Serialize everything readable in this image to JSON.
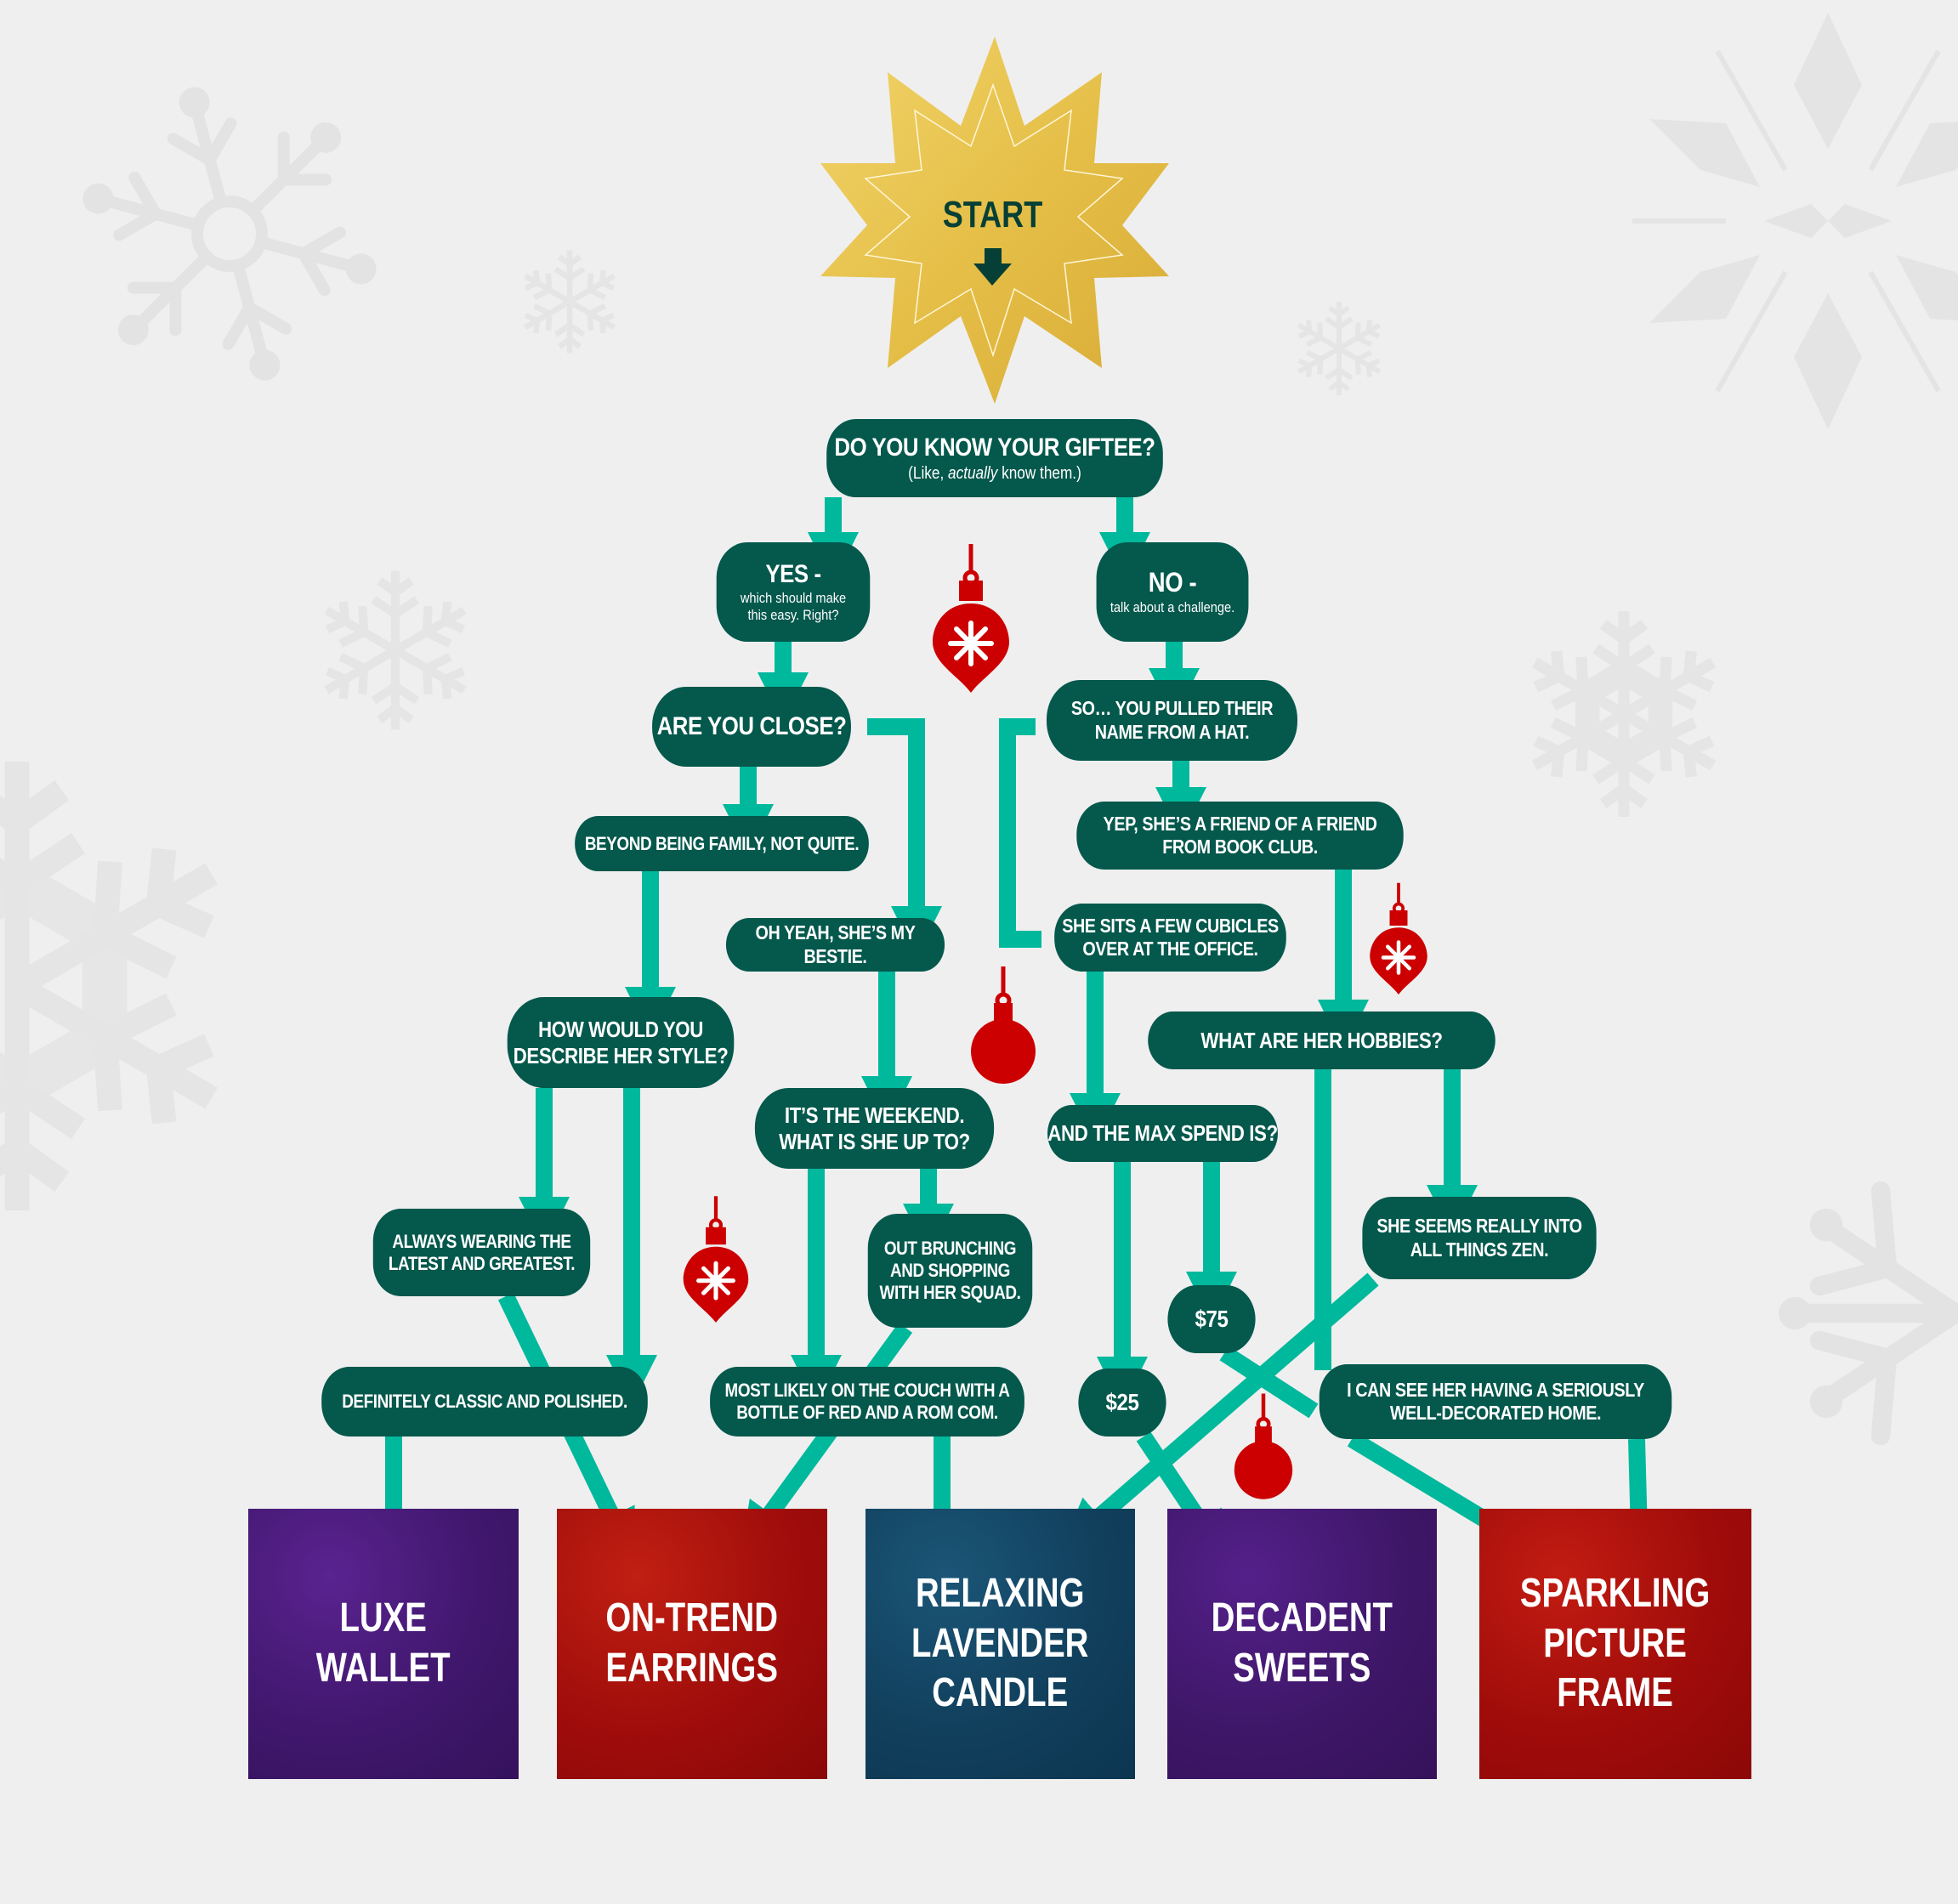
{
  "start": {
    "label": "START",
    "icon": "arrow-down-icon"
  },
  "colors": {
    "background": "#efefef",
    "node": "#04584c",
    "connector": "#00b89c",
    "ornament": "#cc0000",
    "star": "#e8c04a",
    "star_text": "#063f35",
    "gift_purple": "#3f1769",
    "gift_red": "#9e0a0a",
    "gift_navy": "#0f3f5c"
  },
  "nodes": {
    "know_giftee": {
      "title": "DO YOU KNOW YOUR GIFTEE?",
      "sub_prefix": "(Like, ",
      "sub_italic": "actually",
      "sub_suffix": " know them.)"
    },
    "yes": {
      "title": "YES -",
      "sub": "which should make\nthis easy. Right?"
    },
    "no": {
      "title": "NO -",
      "sub": "talk about a challenge."
    },
    "are_you_close": {
      "title": "ARE YOU CLOSE?"
    },
    "name_from_hat": {
      "title": "SO… YOU PULLED THEIR\nNAME FROM A HAT."
    },
    "beyond_family": {
      "title": "BEYOND BEING FAMILY, NOT QUITE."
    },
    "friend_of_friend": {
      "title": "YEP, SHE’S A FRIEND OF A FRIEND\nFROM BOOK CLUB."
    },
    "bestie": {
      "title": "OH YEAH, SHE’S MY BESTIE."
    },
    "cubicles": {
      "title": "SHE SITS A FEW CUBICLES\nOVER AT THE OFFICE."
    },
    "describe_style": {
      "title": "HOW WOULD YOU\nDESCRIBE HER STYLE?"
    },
    "hobbies": {
      "title": "WHAT ARE HER HOBBIES?"
    },
    "weekend": {
      "title": "IT’S THE WEEKEND.\nWHAT IS SHE UP TO?"
    },
    "max_spend": {
      "title": "AND THE MAX SPEND IS?"
    },
    "latest_greatest": {
      "title": "ALWAYS WEARING THE\nLATEST AND GREATEST."
    },
    "brunching": {
      "title": "OUT BRUNCHING\nAND SHOPPING\nWITH HER SQUAD."
    },
    "zen": {
      "title": "SHE SEEMS REALLY INTO\nALL THINGS ZEN."
    },
    "spend_75": {
      "title": "$75"
    },
    "classic_polished": {
      "title": "DEFINITELY CLASSIC AND POLISHED."
    },
    "couch_rom_com": {
      "title": "MOST LIKELY ON THE COUCH WITH A\nBOTTLE OF RED AND A ROM COM."
    },
    "spend_25": {
      "title": "$25"
    },
    "well_decorated": {
      "title": "I CAN SEE HER HAVING A SERIOUSLY\nWELL-DECORATED HOME."
    }
  },
  "gifts": [
    {
      "label": "LUXE\nWALLET",
      "color": "purple"
    },
    {
      "label": "ON-TREND\nEARRINGS",
      "color": "red"
    },
    {
      "label": "RELAXING\nLAVENDER\nCANDLE",
      "color": "navy"
    },
    {
      "label": "DECADENT\nSWEETS",
      "color": "purple"
    },
    {
      "label": "SPARKLING\nPICTURE\nFRAME",
      "color": "red"
    }
  ],
  "decorations": {
    "ornaments": [
      "ornament-snowflake-icon",
      "ornament-round-icon",
      "ornament-snowflake-icon",
      "ornament-snowflake-icon",
      "ornament-round-icon"
    ],
    "background": [
      "snowflake-icon"
    ]
  }
}
